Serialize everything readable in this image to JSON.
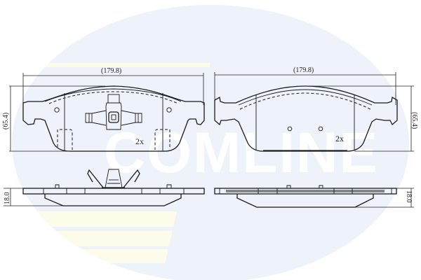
{
  "watermark": {
    "brand_text": "COMLINE",
    "ellipse_color": "#eef2fa",
    "stripe_color": "#fdfbe9"
  },
  "drawing": {
    "left_pad": {
      "view": "front-inner-pad-with-wear-sensor-clip",
      "width_label": "(179.8)",
      "height_label": "(65.4)",
      "quantity_label": "2x",
      "thickness_label": "18.0"
    },
    "right_pad": {
      "view": "front-outer-pad",
      "width_label": "(179.8)",
      "height_label": "(65.4)",
      "quantity_label": "2x",
      "thickness_label": "18.0"
    }
  },
  "colors": {
    "line": "#1a1a1a",
    "background": "#ffffff"
  }
}
